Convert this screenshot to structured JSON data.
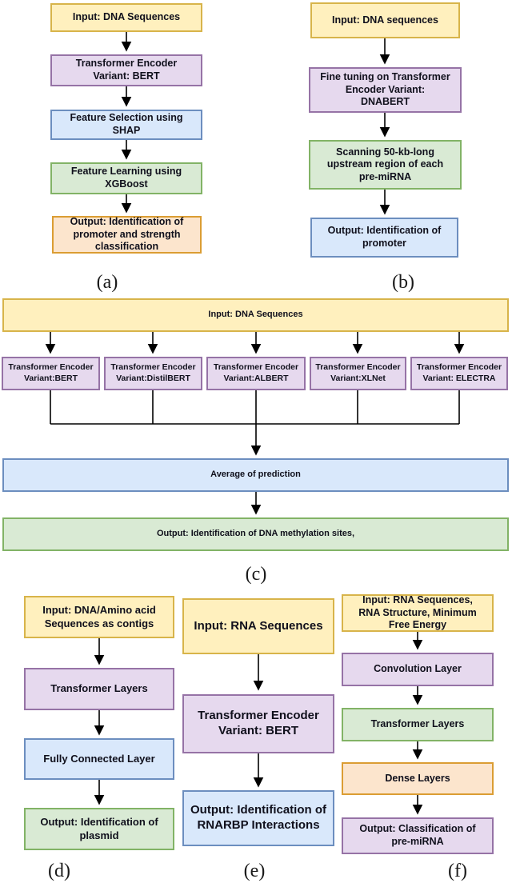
{
  "palette": {
    "yellow": {
      "fill": "#FFF0BE",
      "border": "#D8B44A"
    },
    "purple": {
      "fill": "#E6D9EE",
      "border": "#9673A6"
    },
    "blue": {
      "fill": "#D9E8FB",
      "border": "#6C8EBF"
    },
    "green": {
      "fill": "#D9EAD4",
      "border": "#82B366"
    },
    "orange": {
      "fill": "#FCE5CD",
      "border": "#DB9D33"
    }
  },
  "diagrams": {
    "a": {
      "label": "(a)",
      "boxes": [
        {
          "text": "Input: DNA Sequences",
          "color": "yellow"
        },
        {
          "text": "Transformer Encoder\nVariant: BERT",
          "color": "purple"
        },
        {
          "text": "Feature Selection using\nSHAP",
          "color": "blue"
        },
        {
          "text": "Feature Learning using\nXGBoost",
          "color": "green"
        },
        {
          "text": "Output: Identification of\npromoter and strength\nclassification",
          "color": "orange"
        }
      ]
    },
    "b": {
      "label": "(b)",
      "boxes": [
        {
          "text": "Input: DNA sequences",
          "color": "yellow"
        },
        {
          "text": "Fine tuning on Transformer\nEncoder Variant:\nDNABERT",
          "color": "purple"
        },
        {
          "text": "Scanning 50-kb-long\nupstream region of each\npre-miRNA",
          "color": "green"
        },
        {
          "text": "Output: Identification of\npromoter",
          "color": "blue"
        }
      ]
    },
    "c": {
      "label": "(c)",
      "boxes": [
        {
          "text": "Input: DNA Sequences",
          "color": "yellow"
        },
        {
          "text": "Transformer Encoder\nVariant:BERT",
          "color": "purple"
        },
        {
          "text": "Transformer Encoder\nVariant:DistilBERT",
          "color": "purple"
        },
        {
          "text": "Transformer Encoder\nVariant:ALBERT",
          "color": "purple"
        },
        {
          "text": "Transformer Encoder\nVariant:XLNet",
          "color": "purple"
        },
        {
          "text": "Transformer Encoder\nVariant: ELECTRA",
          "color": "purple"
        },
        {
          "text": "Average of prediction",
          "color": "blue"
        },
        {
          "text": "Output: Identification of DNA methylation sites,",
          "color": "green"
        }
      ]
    },
    "d": {
      "label": "(d)",
      "boxes": [
        {
          "text": "Input: DNA/Amino acid\nSequences as contigs",
          "color": "yellow"
        },
        {
          "text": "Transformer Layers",
          "color": "purple"
        },
        {
          "text": "Fully Connected Layer",
          "color": "blue"
        },
        {
          "text": "Output:  Identification of\nplasmid",
          "color": "green"
        }
      ]
    },
    "e": {
      "label": "(e)",
      "boxes": [
        {
          "text": "Input: RNA Sequences",
          "color": "yellow"
        },
        {
          "text": "Transformer Encoder\nVariant: BERT",
          "color": "purple"
        },
        {
          "text": "Output: Identification of\nRNARBP Interactions",
          "color": "blue"
        }
      ]
    },
    "f": {
      "label": "(f)",
      "boxes": [
        {
          "text": "Input: RNA Sequences,\nRNA Structure, Minimum\nFree Energy",
          "color": "yellow"
        },
        {
          "text": "Convolution Layer",
          "color": "purple"
        },
        {
          "text": "Transformer Layers",
          "color": "green"
        },
        {
          "text": "Dense Layers",
          "color": "orange"
        },
        {
          "text": "Output: Classification of\npre-miRNA",
          "color": "purple"
        }
      ]
    }
  }
}
